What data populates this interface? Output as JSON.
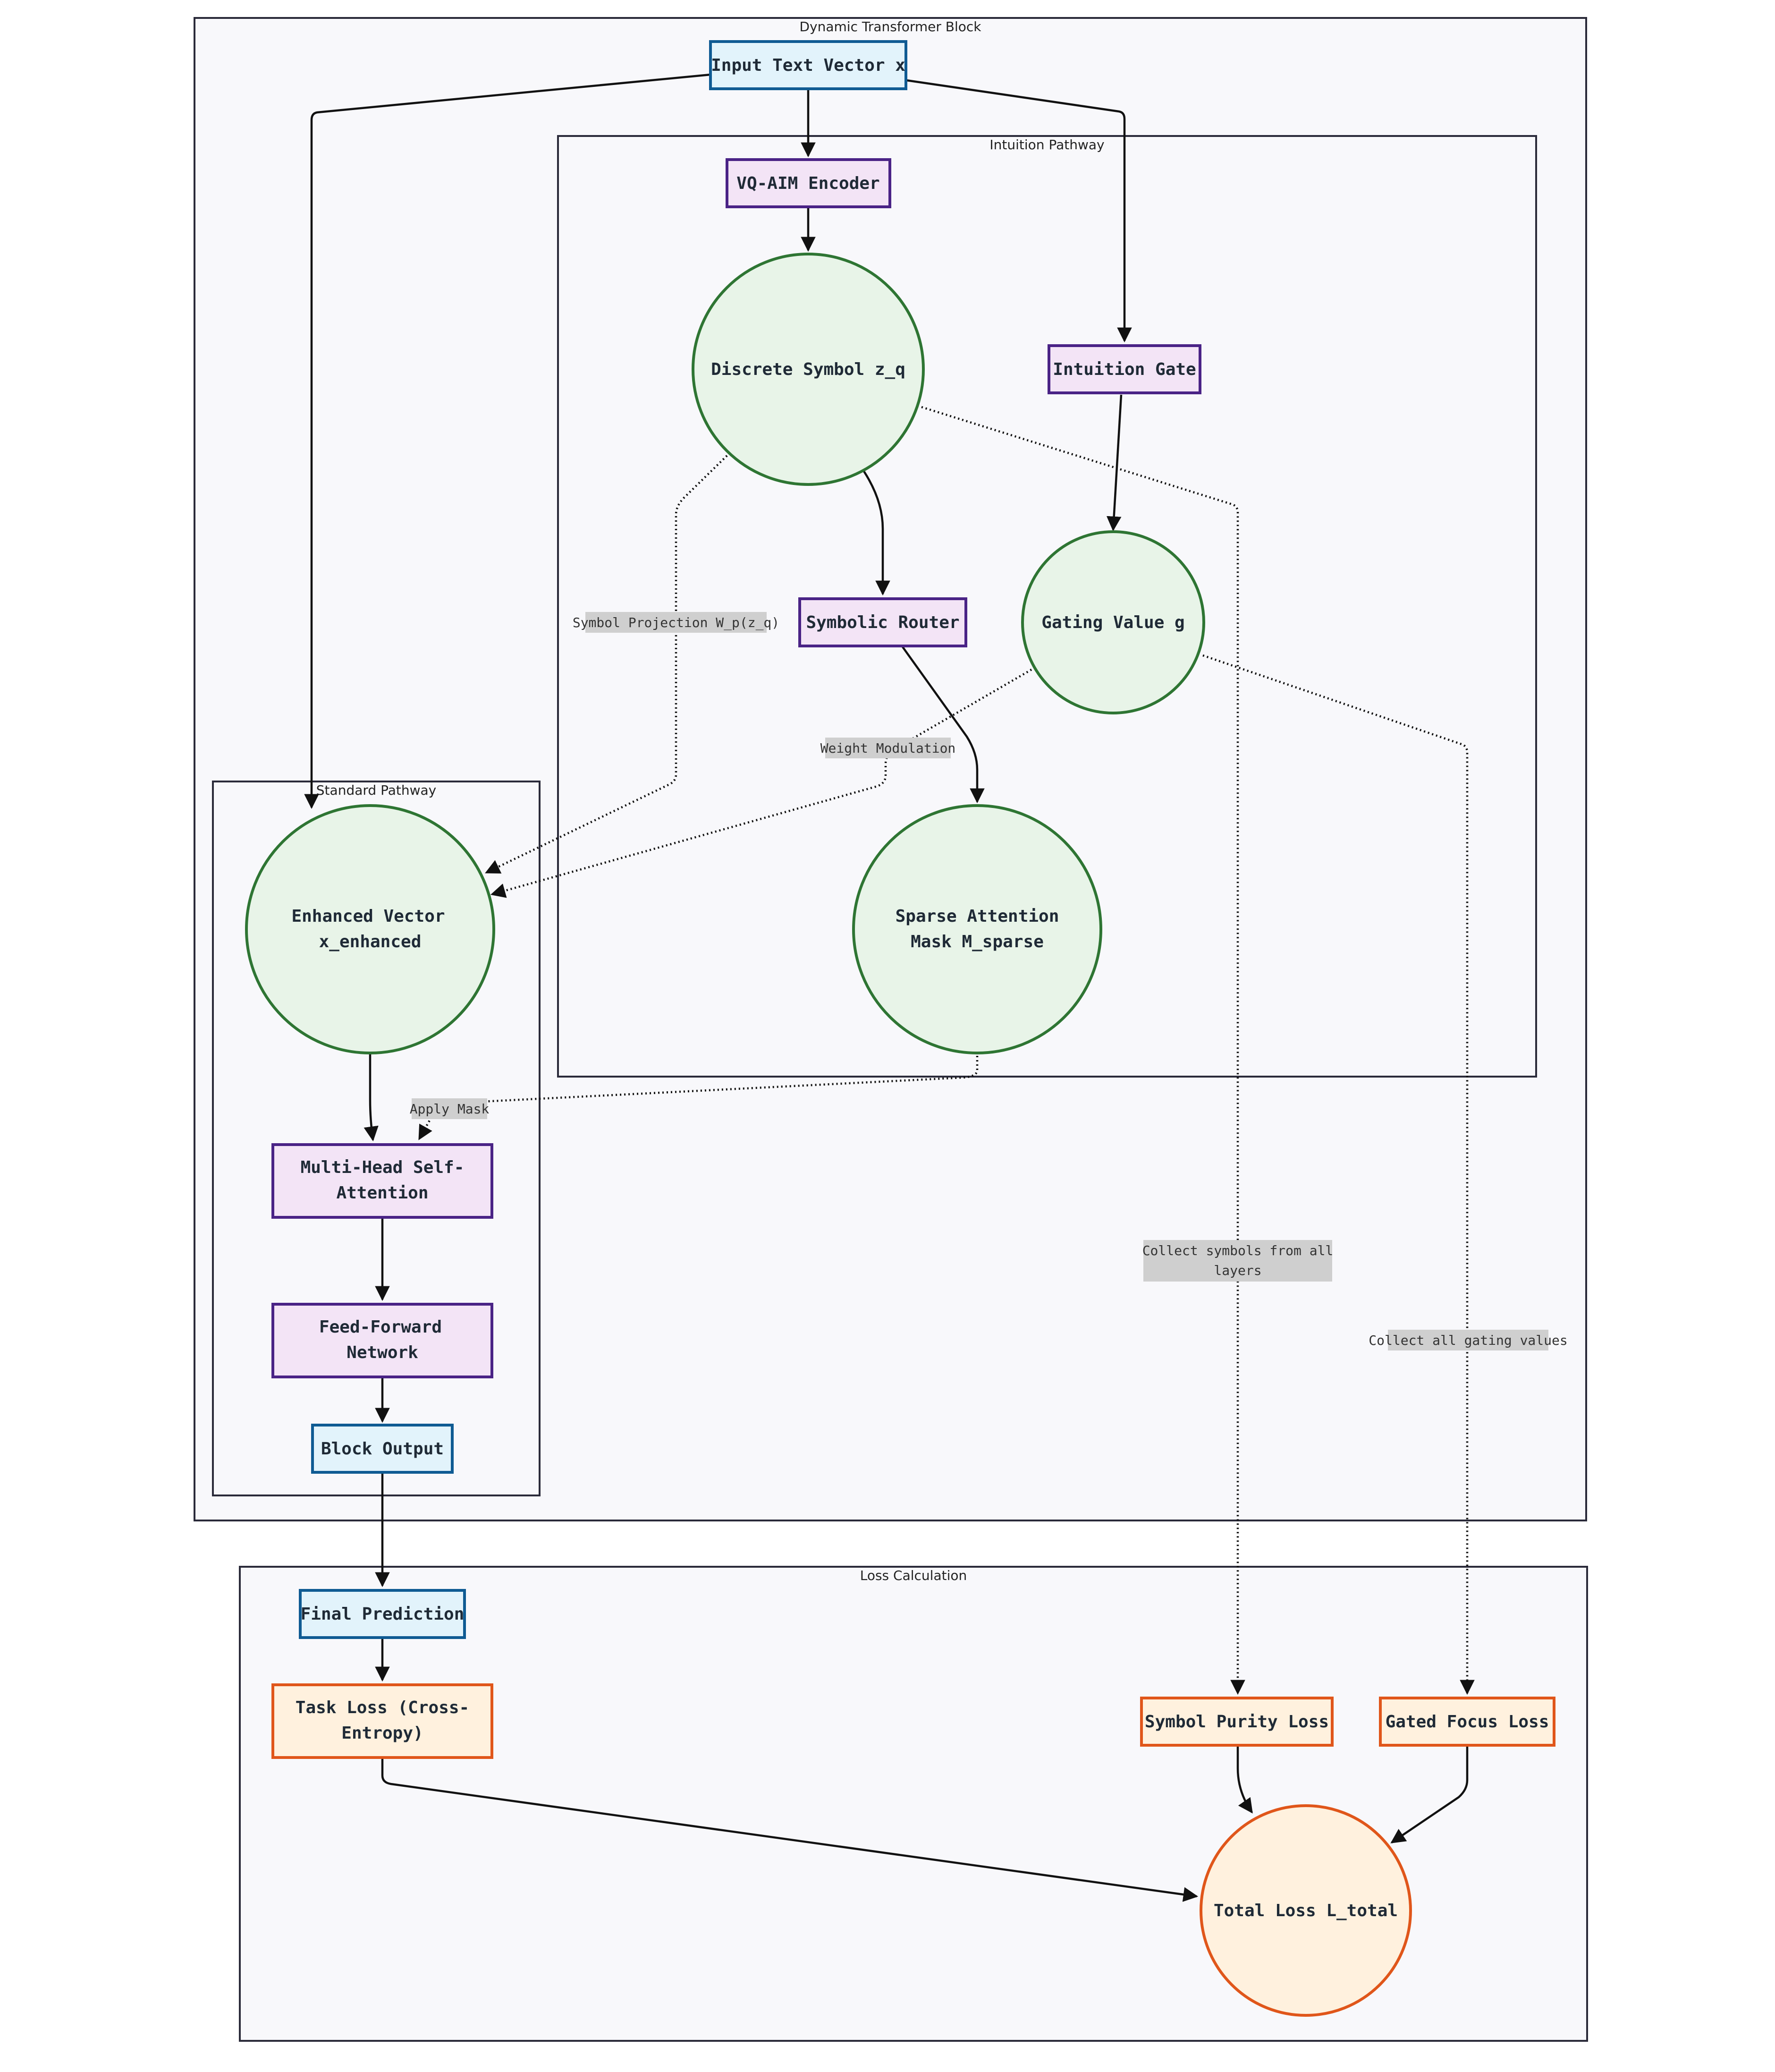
{
  "clusters": {
    "block": "Dynamic Transformer Block",
    "intuition": "Intuition Pathway",
    "standard": "Standard Pathway",
    "loss": "Loss Calculation"
  },
  "nodes": {
    "input": "Input Text Vector x",
    "encoder": "VQ-AIM Encoder",
    "discrete_symbol": "Discrete Symbol z_q",
    "intuition_gate": "Intuition Gate",
    "symbolic_router": "Symbolic Router",
    "gating_value": "Gating Value g",
    "sparse_mask": [
      "Sparse Attention",
      "Mask M_sparse"
    ],
    "enhanced_vector": [
      "Enhanced Vector",
      "x_enhanced"
    ],
    "mhsa": [
      "Multi-Head Self-",
      "Attention"
    ],
    "ffn": [
      "Feed-Forward",
      "Network"
    ],
    "block_output": "Block Output",
    "final_prediction": "Final Prediction",
    "task_loss": [
      "Task Loss (Cross-",
      "Entropy)"
    ],
    "symbol_purity": "Symbol Purity Loss",
    "gated_focus": "Gated Focus Loss",
    "total_loss": "Total Loss L_total"
  },
  "edge_labels": {
    "symbol_projection": "Symbol Projection W_p(z_q)",
    "weight_modulation": "Weight Modulation",
    "apply_mask": "Apply Mask",
    "collect_symbols": [
      "Collect symbols from all",
      "layers"
    ],
    "collect_gating": "Collect all gating values"
  },
  "colors": {
    "io_fill": "#e2f3fb",
    "io_stroke": "#0f5b93",
    "process_fill": "#f3e4f6",
    "process_stroke": "#4a2386",
    "state_fill": "#e8f4e8",
    "state_stroke": "#2e7533",
    "loss_fill": "#fff1de",
    "loss_stroke": "#e0561a",
    "cluster_fill": "#f8f8fb"
  }
}
